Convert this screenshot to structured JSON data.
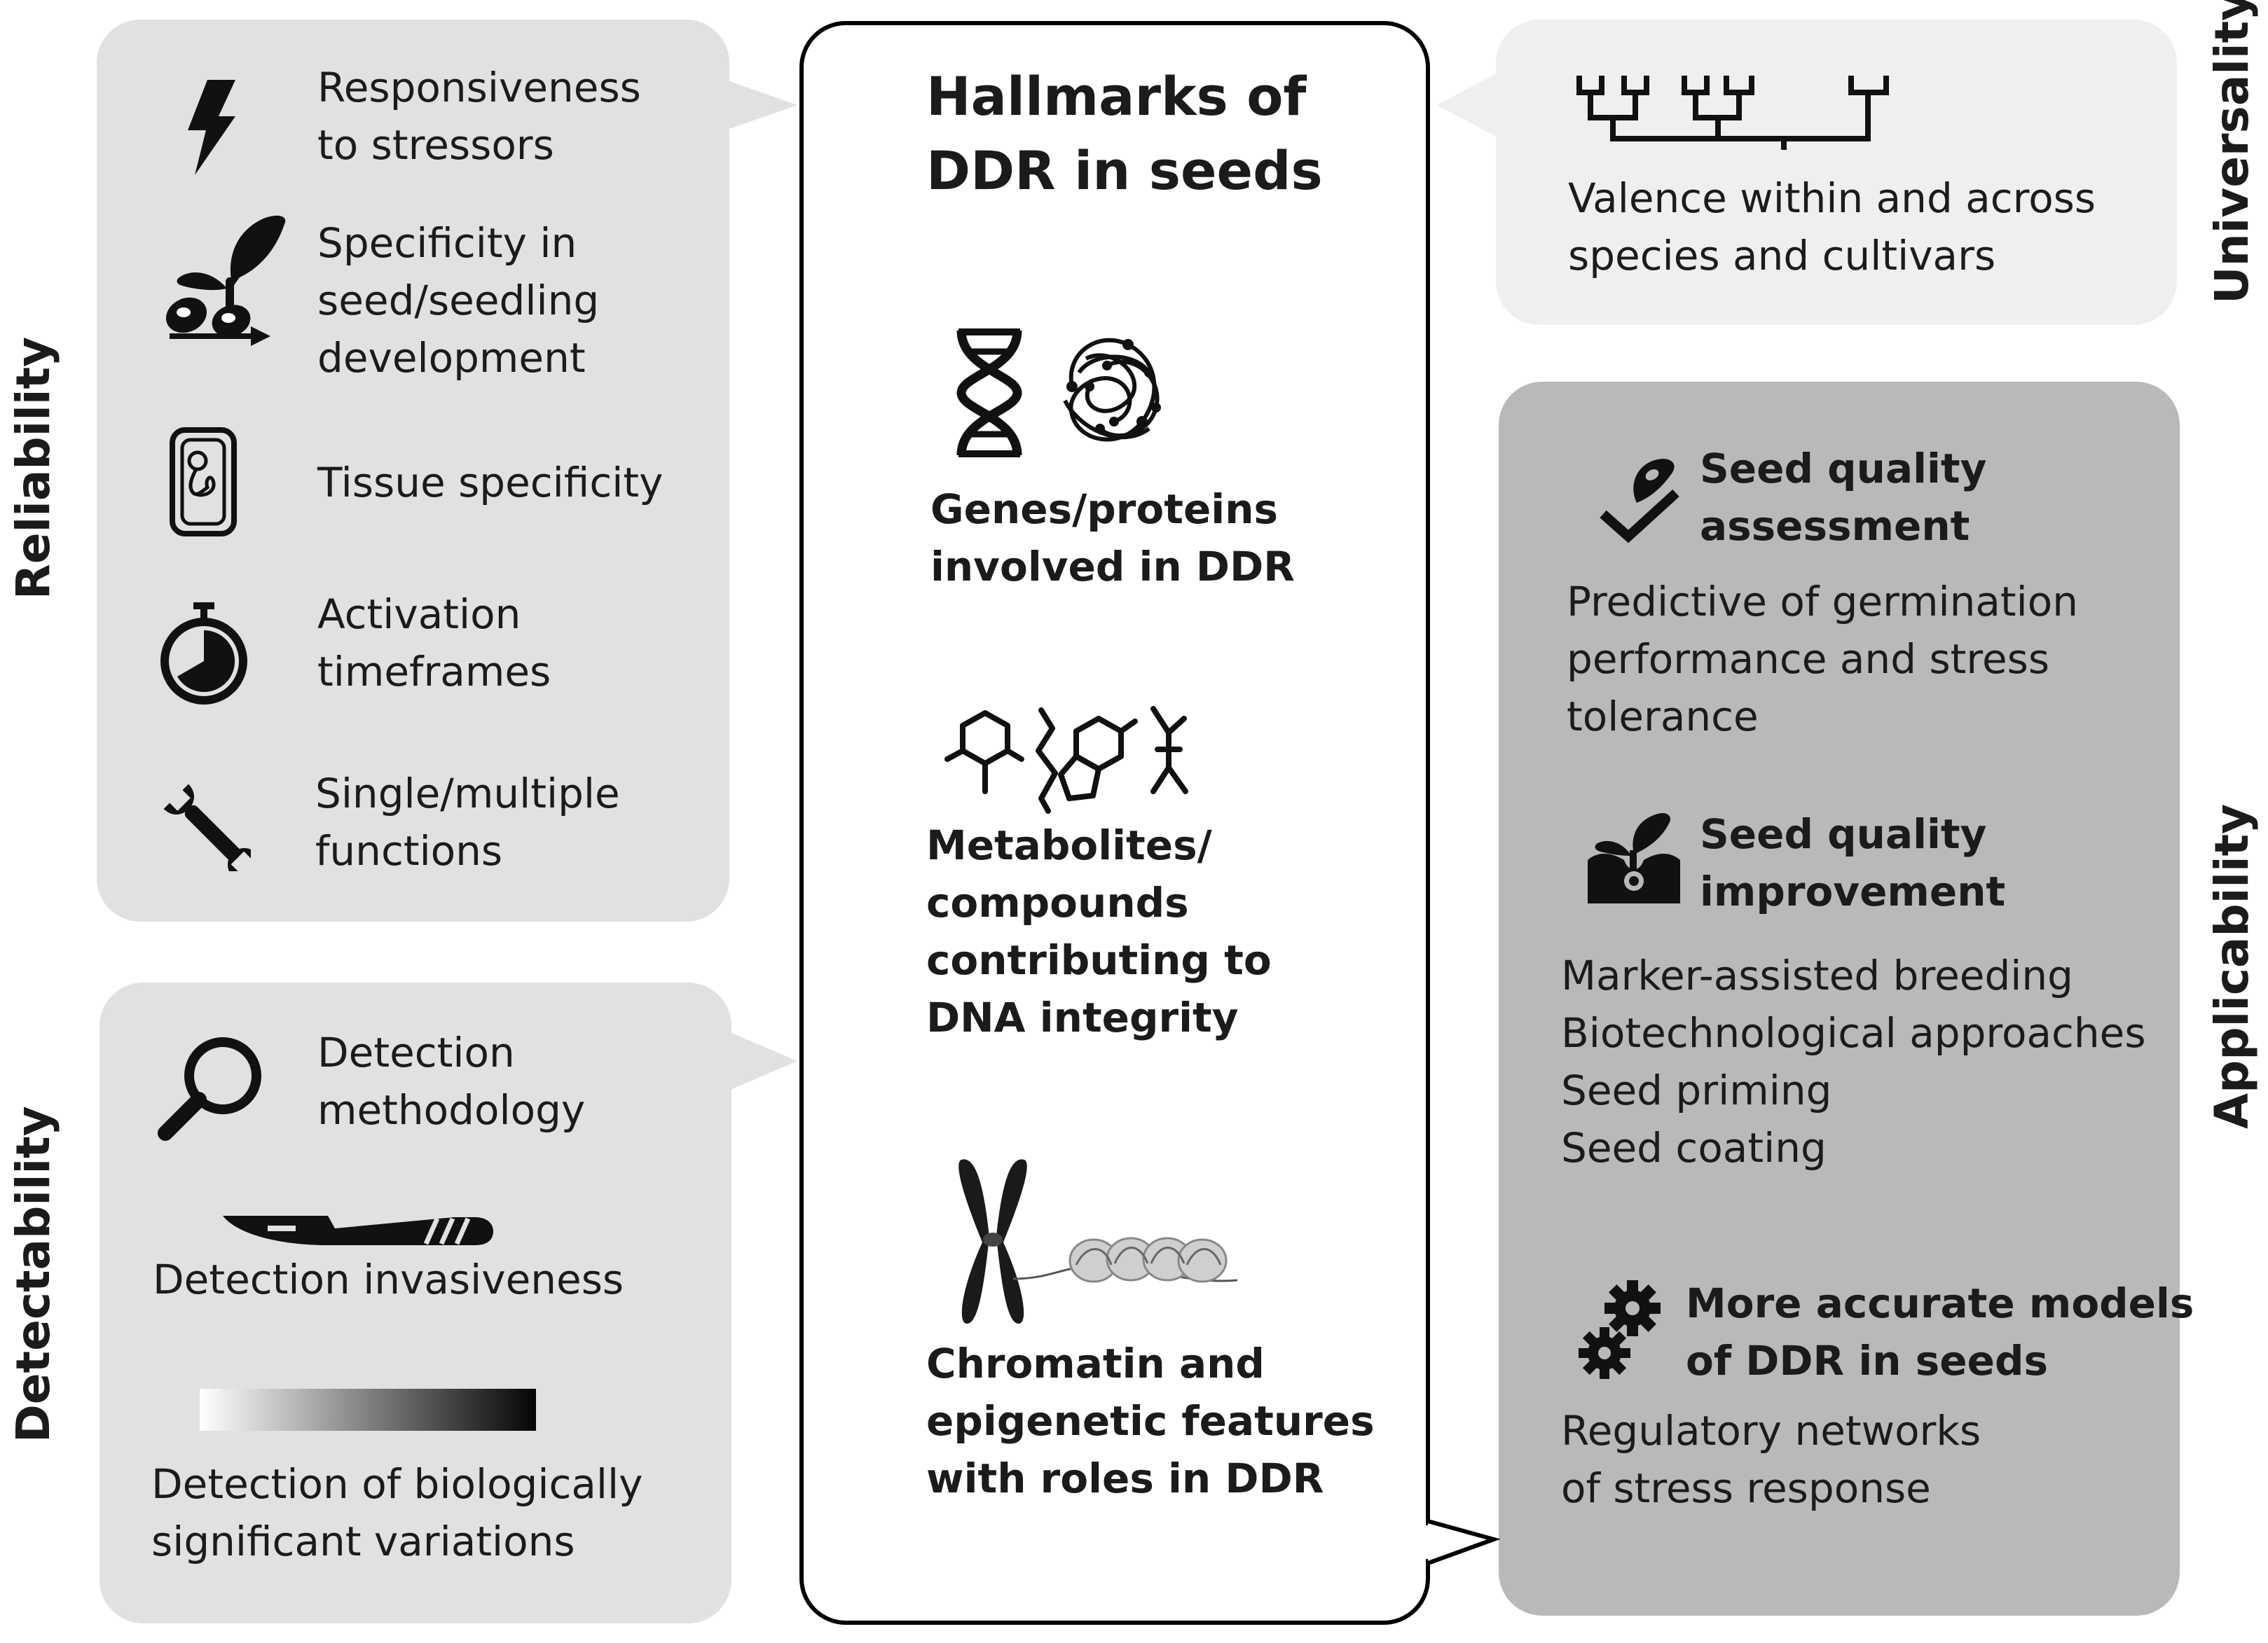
{
  "side_labels": {
    "reliability": "Reliability",
    "detectability": "Detectability",
    "universality": "Universality",
    "applicability": "Applicability"
  },
  "center": {
    "title_lines": [
      "Hallmarks of",
      "DDR in seeds"
    ],
    "items": [
      {
        "lines": [
          "Genes/proteins",
          "involved in DDR"
        ]
      },
      {
        "lines": [
          "Metabolites/",
          "compounds",
          "contributing to",
          "DNA integrity"
        ]
      },
      {
        "lines": [
          "Chromatin and",
          "epigenetic features",
          "with roles in DDR"
        ]
      }
    ]
  },
  "reliability": [
    {
      "icon": "lightning-icon",
      "lines": [
        "Responsiveness",
        "to stressors"
      ]
    },
    {
      "icon": "seedling-icon",
      "lines": [
        "Specificity in",
        "seed/seedling",
        "development"
      ]
    },
    {
      "icon": "seed-tissue-icon",
      "lines": [
        "Tissue specificity"
      ]
    },
    {
      "icon": "stopwatch-icon",
      "lines": [
        "Activation",
        "timeframes"
      ]
    },
    {
      "icon": "wrench-icon",
      "lines": [
        "Single/multiple",
        "functions"
      ]
    }
  ],
  "detectability": [
    {
      "icon": "magnifier-icon",
      "lines": [
        "Detection",
        "methodology"
      ]
    },
    {
      "icon": "scalpel-icon",
      "lines": [
        "Detection invasiveness"
      ]
    },
    {
      "icon": "gradient-bar-icon",
      "lines": [
        "Detection of biologically",
        "significant variations"
      ]
    }
  ],
  "universality": {
    "icon": "phylogenetic-tree-icon",
    "lines": [
      "Valence within and across",
      "species and cultivars"
    ]
  },
  "applicability": [
    {
      "icon": "seed-check-icon",
      "heading": [
        "Seed quality",
        "assessment"
      ],
      "lines": [
        "Predictive of germination",
        "performance and stress",
        "tolerance"
      ]
    },
    {
      "icon": "sprout-soil-icon",
      "heading": [
        "Seed quality",
        "improvement"
      ],
      "lines": [
        "Marker-assisted breeding",
        "Biotechnological approaches",
        "Seed priming",
        "Seed coating"
      ]
    },
    {
      "icon": "gears-icon",
      "heading": [
        "More accurate models",
        "of DDR in seeds"
      ],
      "lines": [
        "Regulatory networks",
        "of stress response"
      ]
    }
  ],
  "colors": {
    "panel_left": "#e1e1e1",
    "panel_universality": "#efefef",
    "panel_applicability": "#b9b9b9",
    "center_border": "#000000",
    "text": "#1b1b1b"
  }
}
